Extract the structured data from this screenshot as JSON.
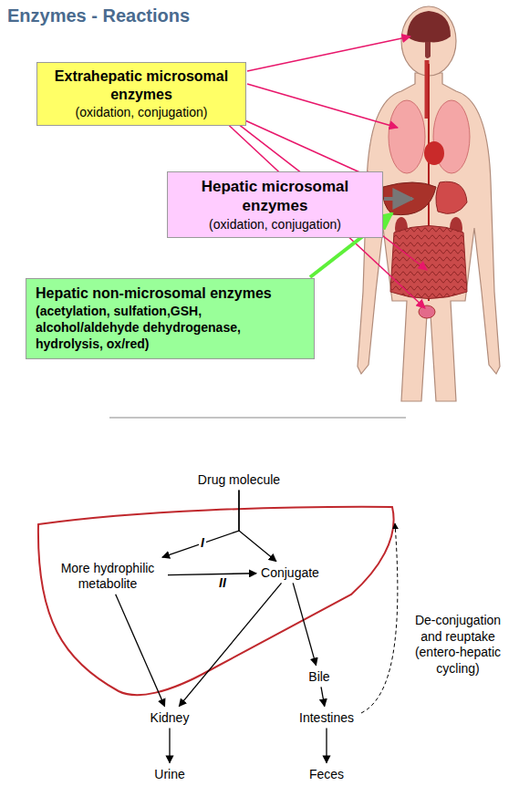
{
  "diagram": {
    "title": "Enzymes - Reactions",
    "nodes": [
      {
        "text": [
          "Extrahepatic microsomal enzymes",
          "(oxidation, conjugation)"
        ]
      },
      {
        "text": [
          "Hepatic microsomal enzymes",
          "(oxidation, conjugation)"
        ]
      },
      {
        "text": [
          "Hepatic non-microsomal enzymes",
          "(acetylation, sulfation,GSH, alcohol/aldehyde dehydrogenase, hydrolysis, ox/red)"
        ]
      },
      {
        "text": [
          "Drug molecule"
        ]
      },
      {
        "text": [
          "More hydrophilic metabolite"
        ]
      },
      {
        "text": [
          "Conjugate"
        ]
      },
      {
        "text": [
          "Bile"
        ]
      },
      {
        "text": [
          "Kidney"
        ]
      },
      {
        "text": [
          "Intestines"
        ]
      },
      {
        "text": [
          "Urine"
        ]
      },
      {
        "text": [
          "Feces"
        ]
      }
    ],
    "edges": [
      {
        "from": 3,
        "to": 4,
        "arrow": "to",
        "label": "I"
      },
      {
        "from": 3,
        "to": 5,
        "arrow": "to"
      },
      {
        "from": 4,
        "to": 5,
        "arrow": "to",
        "label": "II"
      },
      {
        "from": 4,
        "to": 7,
        "arrow": "to"
      },
      {
        "from": 5,
        "to": 7,
        "arrow": "to"
      },
      {
        "from": 5,
        "to": 6,
        "arrow": "to"
      },
      {
        "from": 6,
        "to": 8,
        "arrow": "to"
      },
      {
        "from": 7,
        "to": 9,
        "arrow": "to"
      },
      {
        "from": 8,
        "to": 10,
        "arrow": "to"
      }
    ],
    "labels": [
      "De-conjugation and reuptake (entero-hepatic cycling)"
    ]
  }
}
